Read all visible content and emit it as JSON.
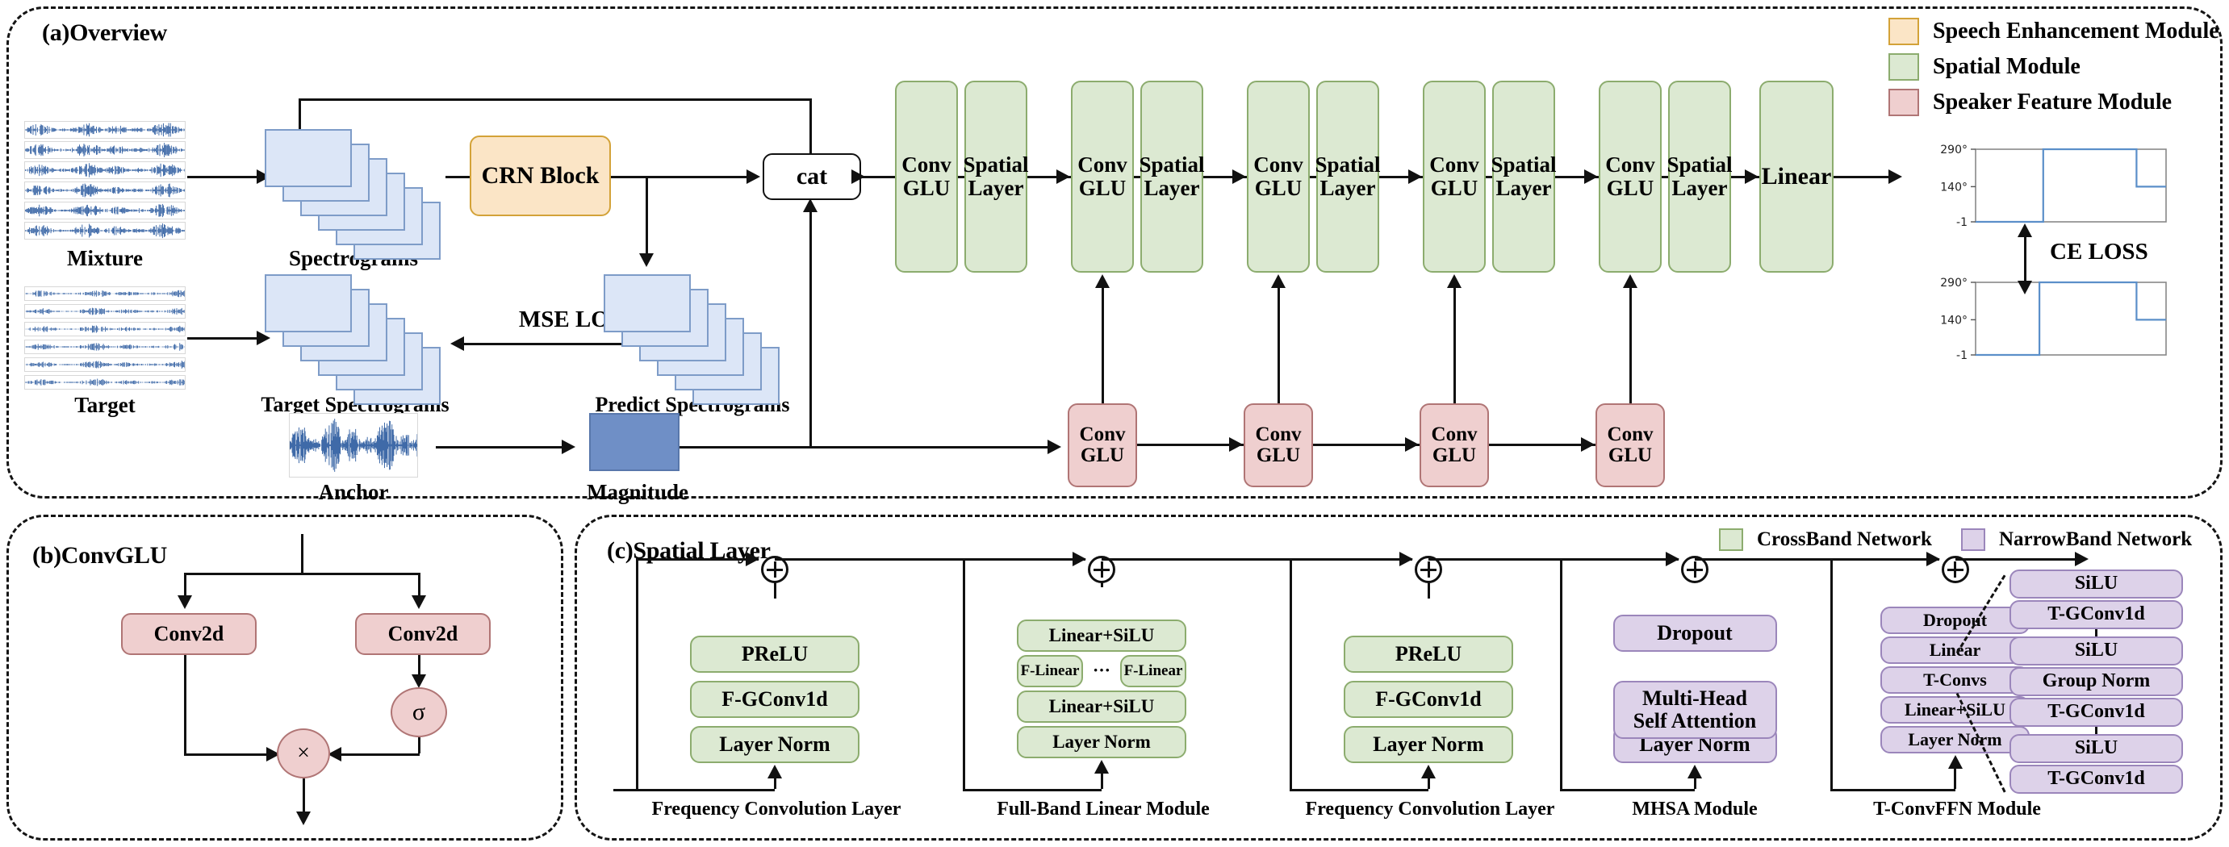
{
  "panels": {
    "a": {
      "title": "(a)Overview"
    },
    "b": {
      "title": "(b)ConvGLU"
    },
    "c": {
      "title": "(c)Spatial Layer"
    }
  },
  "legend_main": {
    "items": [
      {
        "label": "Speech Enhancement Module",
        "color": "#fbe5c6",
        "border": "#d3a238"
      },
      {
        "label": "Spatial Module",
        "color": "#dce9d2",
        "border": "#8cac6e"
      },
      {
        "label": "Speaker Feature Module",
        "color": "#efcfcf",
        "border": "#b07575"
      }
    ]
  },
  "legend_spatial": {
    "items": [
      {
        "label": "CrossBand Network",
        "color": "#dce9d2",
        "border": "#8cac6e"
      },
      {
        "label": "NarrowBand Network",
        "color": "#ddd2e9",
        "border": "#9b86bb"
      }
    ]
  },
  "overview": {
    "captions": {
      "mixture": "Mixture",
      "spectrograms": "Spectrograms",
      "target": "Target",
      "target_spectrograms": "Target Spectrograms",
      "predict_spectrograms": "Predict Spectrograms",
      "anchor": "Anchor",
      "magnitude": "Magnitude"
    },
    "crn_block": "CRN Block",
    "cat": "cat",
    "mse_loss": "MSE LOSS",
    "ce_loss": "CE LOSS",
    "linear": "Linear",
    "chain": [
      {
        "label": "Conv\nGLU",
        "kind": "green"
      },
      {
        "label": "Spatial\nLayer",
        "kind": "green"
      },
      {
        "label": "Conv\nGLU",
        "kind": "green"
      },
      {
        "label": "Spatial\nLayer",
        "kind": "green"
      },
      {
        "label": "Conv\nGLU",
        "kind": "green"
      },
      {
        "label": "Spatial\nLayer",
        "kind": "green"
      },
      {
        "label": "Conv\nGLU",
        "kind": "green"
      },
      {
        "label": "Spatial\nLayer",
        "kind": "green"
      },
      {
        "label": "Conv\nGLU",
        "kind": "green"
      },
      {
        "label": "Spatial\nLayer",
        "kind": "green"
      }
    ],
    "speaker_chain": [
      {
        "label": "Conv\nGLU"
      },
      {
        "label": "Conv\nGLU"
      },
      {
        "label": "Conv\nGLU"
      },
      {
        "label": "Conv\nGLU"
      }
    ]
  },
  "chart_data": {
    "type": "line",
    "title": "",
    "charts": [
      {
        "name": "predicted-doa",
        "ylabel": "",
        "ytick_labels": [
          "290°",
          "140°",
          "-1"
        ],
        "ytick_values": [
          290,
          140,
          -1
        ],
        "ylim": [
          -1,
          290
        ],
        "xlim": [
          0,
          1
        ],
        "x": [
          0.0,
          0.355,
          0.355,
          0.845,
          0.845,
          1.0
        ],
        "y": [
          -1,
          -1,
          290,
          290,
          140,
          140
        ],
        "grid": false,
        "legend": "none",
        "line_color": "#5b8fc9"
      },
      {
        "name": "ground-truth-doa",
        "ylabel": "",
        "ytick_labels": [
          "290°",
          "140°",
          "-1"
        ],
        "ytick_values": [
          290,
          140,
          -1
        ],
        "ylim": [
          -1,
          290
        ],
        "xlim": [
          0,
          1
        ],
        "x": [
          0.0,
          0.335,
          0.335,
          0.845,
          0.845,
          1.0
        ],
        "y": [
          -1,
          -1,
          290,
          290,
          140,
          140
        ],
        "grid": false,
        "legend": "none",
        "line_color": "#5b8fc9"
      }
    ]
  },
  "convglu": {
    "conv2d_left": "Conv2d",
    "conv2d_right": "Conv2d",
    "sigma": "σ",
    "multiply": "×"
  },
  "spatial_layer": {
    "modules": [
      {
        "caption": "Frequency Convolution Layer",
        "kind": "green",
        "blocks": [
          "PReLU",
          "F-GConv1d",
          "Layer Norm"
        ]
      },
      {
        "caption": "Full-Band Linear Module",
        "kind": "green",
        "blocks": [
          "Linear+SiLU",
          "F-Linear|···|F-Linear",
          "Linear+SiLU",
          "Layer Norm"
        ],
        "split_row": {
          "left": "F-Linear",
          "dots": "···",
          "right": "F-Linear"
        }
      },
      {
        "caption": "Frequency Convolution Layer",
        "kind": "green",
        "blocks": [
          "PReLU",
          "F-GConv1d",
          "Layer Norm"
        ]
      },
      {
        "caption": "MHSA Module",
        "kind": "purple",
        "blocks": [
          "Dropout",
          "Multi-Head\nSelf Attention",
          "Layer Norm"
        ]
      },
      {
        "caption": "T-ConvFFN Module",
        "kind": "purple",
        "blocks": [
          "Dropout",
          "Linear",
          "T-Convs",
          "Linear+SiLU",
          "Layer Norm"
        ]
      }
    ],
    "tconvs_detail": {
      "kind": "purple",
      "blocks": [
        "SiLU",
        "T-GConv1d",
        "SiLU",
        "Group Norm",
        "T-GConv1d",
        "SiLU",
        "T-GConv1d"
      ]
    }
  }
}
